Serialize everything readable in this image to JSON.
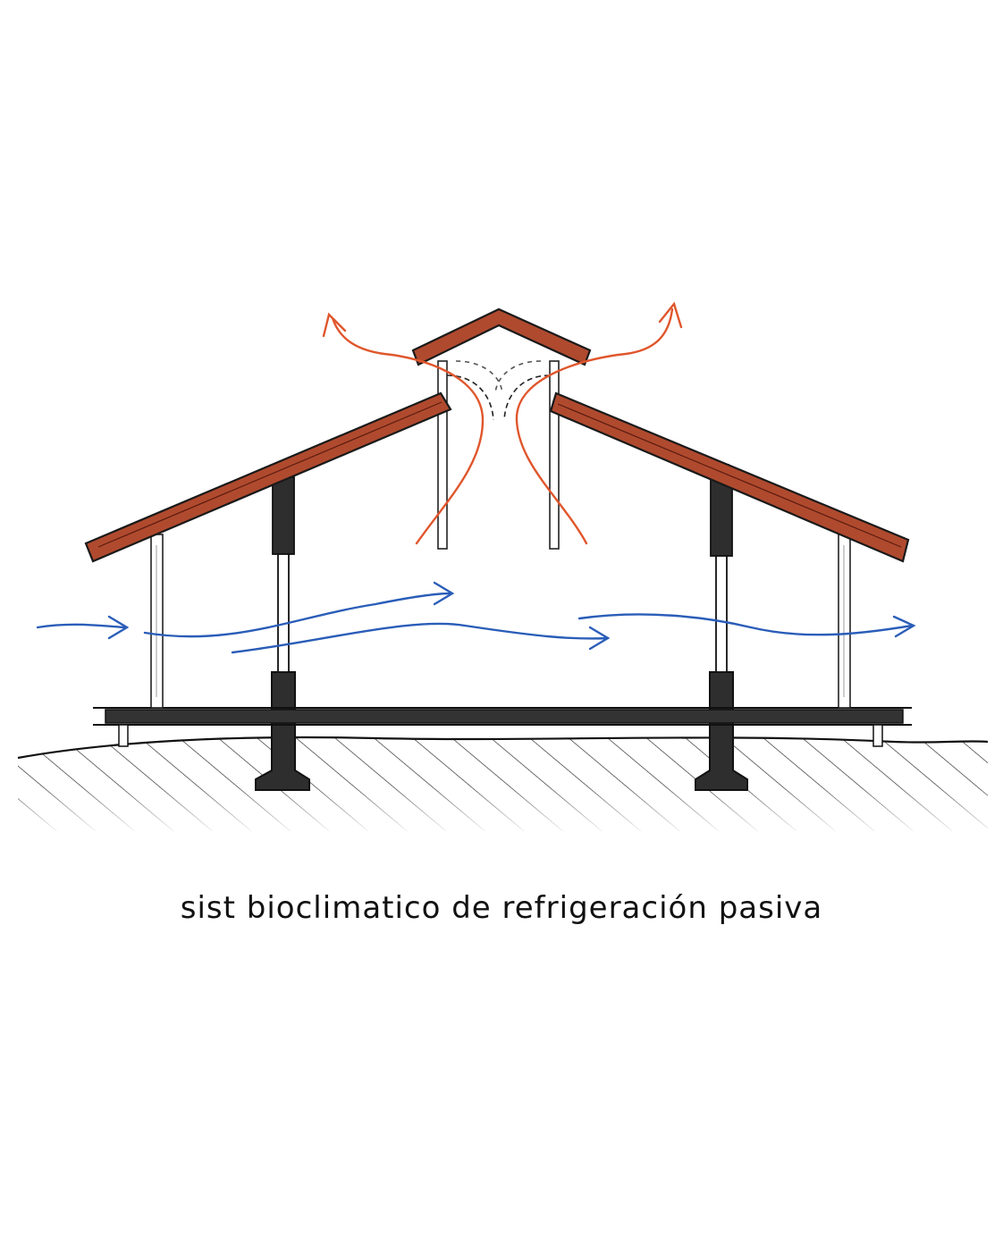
{
  "caption": "sist bioclimatico de refrigeración pasiva",
  "colors": {
    "roof": "#b04a2e",
    "hot_air": "#e0562c",
    "cool_air": "#2a5db8",
    "ink": "#1a1a1a",
    "structure": "#2b2b2b"
  },
  "icons": {
    "hot_air_arrow": "red-curved-arrow-up",
    "cool_air_arrow": "blue-wavy-arrow-right"
  }
}
